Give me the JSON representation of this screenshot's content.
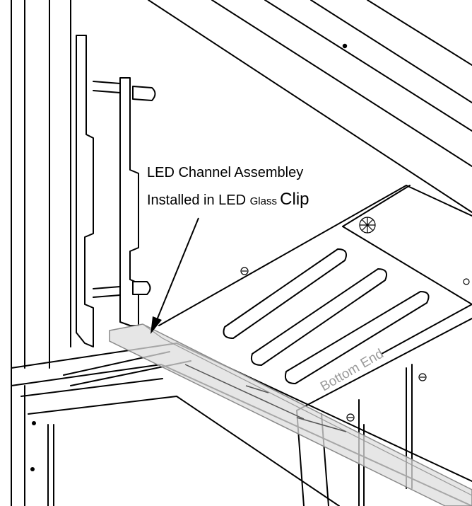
{
  "callout": {
    "line1": "LED Channel Assembley",
    "line2_prefix": "Installed in LED ",
    "line2_glass": "Glass ",
    "line2_clip": "Clip"
  },
  "part_label": "Bottom End"
}
